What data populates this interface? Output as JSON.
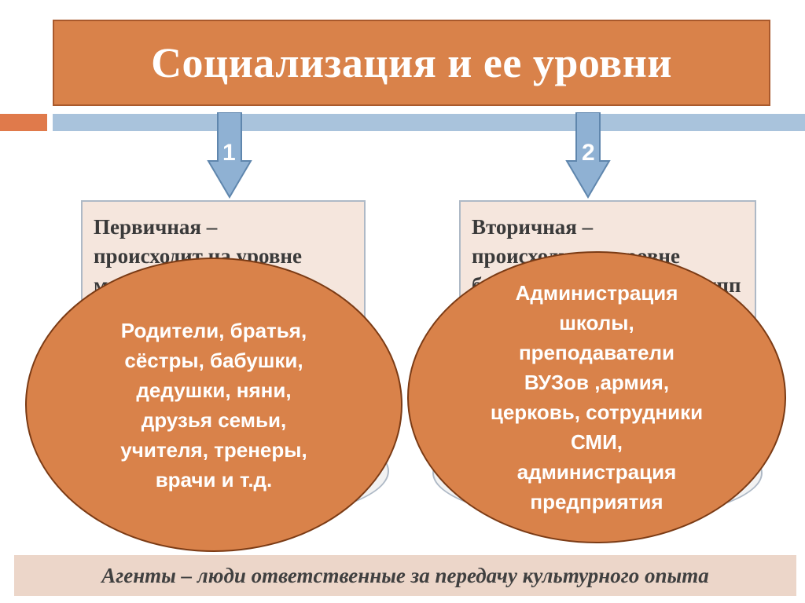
{
  "title": "Социализация и ее уровни",
  "levels": [
    {
      "number": "1",
      "panel_text": "Первичная –\nпроисходит на уровне малых",
      "agents": "Родители, братья,\nсёстры, бабушки,\nдедушки, няни,\nдрузья семьи,\nучителя, тренеры,\nврачи и т.д."
    },
    {
      "number": "2",
      "panel_text": "Вторичная –\nпроисходит на уровне\nбольших социальных групп",
      "agents": "Администрация\nшколы,\nпреподаватели\nВУЗов ,армия,\nцерковь, сотрудники\nСМИ,\nадминистрация\nпредприятия"
    }
  ],
  "footer": "Агенты – люди ответственные за передачу культурного опыта",
  "colors": {
    "accent_orange": "#d9824a",
    "stripe_blue": "#a9c3dc",
    "panel_bg": "#f5e6dd",
    "arrow_blue": "#8fb1d3"
  }
}
